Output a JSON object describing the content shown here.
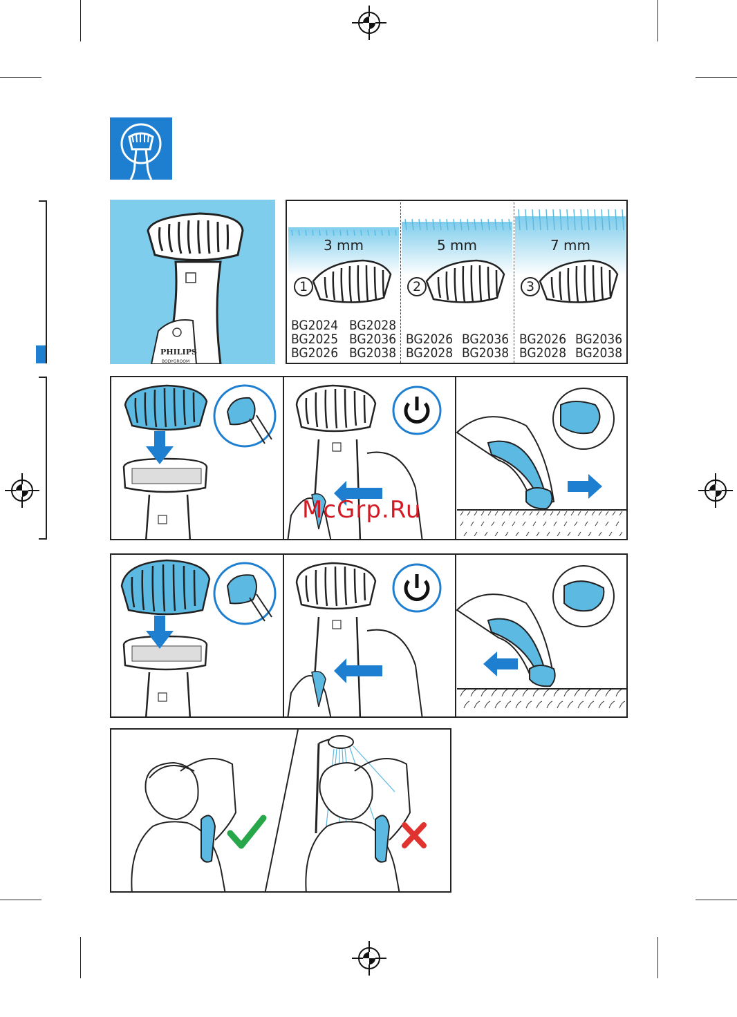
{
  "brand": {
    "logo_text": "PHILIPS",
    "product_text": "BODYGROOM"
  },
  "comb_panel": {
    "columns": [
      {
        "number": "1",
        "length": "3 mm",
        "models": [
          "BG2024",
          "BG2028",
          "BG2025",
          "BG2036",
          "BG2026",
          "BG2038"
        ]
      },
      {
        "number": "2",
        "length": "5 mm",
        "models": [
          "BG2026",
          "BG2036",
          "BG2028",
          "BG2038"
        ]
      },
      {
        "number": "3",
        "length": "7 mm",
        "models": [
          "BG2026",
          "BG2036",
          "BG2028",
          "BG2038"
        ]
      }
    ]
  },
  "watermark": "McGrp.Ru",
  "colors": {
    "accent": "#1e7fd0",
    "light_blue": "#7fcdec",
    "comb_blue": "#5bb9e2",
    "check": "#27a64a",
    "cross": "#e0332f"
  },
  "icons": [
    "bodygroom-symbol-icon",
    "power-icon",
    "arrow-down-icon",
    "arrow-left-icon",
    "arrow-right-icon",
    "check-icon",
    "cross-icon",
    "registration-mark-icon"
  ]
}
